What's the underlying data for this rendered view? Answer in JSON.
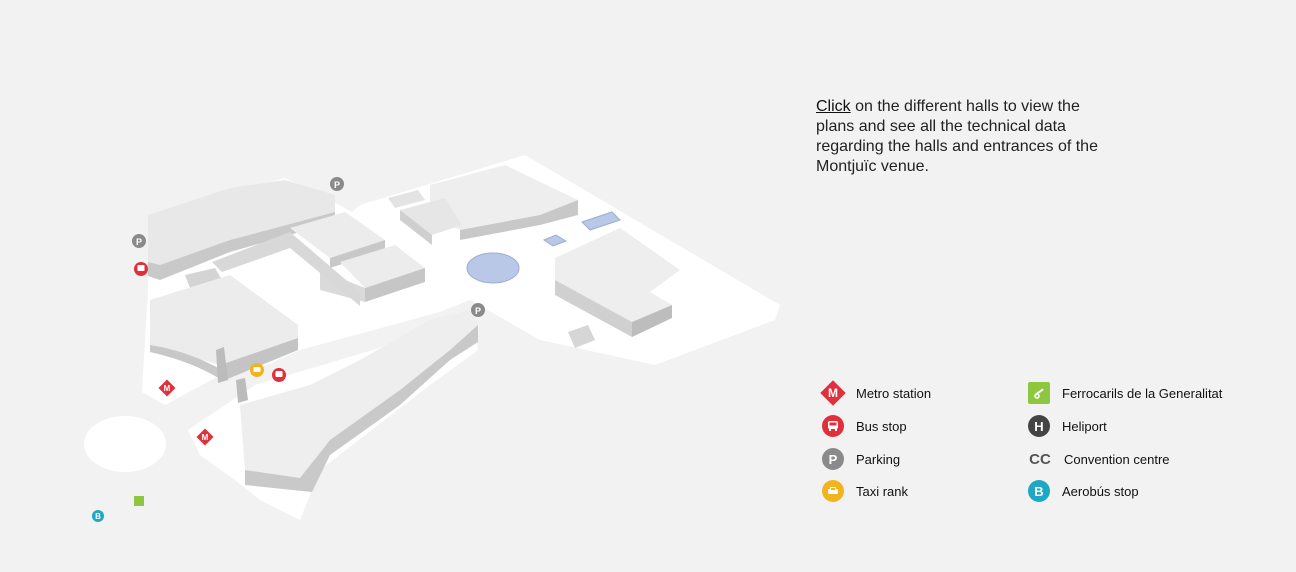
{
  "intro": {
    "link_label": "Click",
    "text": " on the different halls to view the plans and see all the technical data regarding the halls and entrances of the Montjuïc venue."
  },
  "legend": {
    "items": [
      {
        "icon": "metro-icon",
        "symbol": "M",
        "label": "Metro station"
      },
      {
        "icon": "bus-icon",
        "symbol": "",
        "label": "Bus stop"
      },
      {
        "icon": "parking-icon",
        "symbol": "P",
        "label": "Parking"
      },
      {
        "icon": "taxi-icon",
        "symbol": "",
        "label": "Taxi rank"
      },
      {
        "icon": "fgc-icon",
        "symbol": "",
        "label": "Ferrocarils de la Generalitat"
      },
      {
        "icon": "heliport-icon",
        "symbol": "H",
        "label": "Heliport"
      },
      {
        "icon": "convention-icon",
        "symbol": "CC",
        "label": "Convention centre"
      },
      {
        "icon": "aerobus-icon",
        "symbol": "B",
        "label": "Aerobús stop"
      }
    ]
  },
  "map": {
    "markers": {
      "parking": "P",
      "metro": "M",
      "aerobus": "B"
    }
  },
  "colors": {
    "metro": "#e0303c",
    "bus": "#e0303c",
    "parking": "#8a8a8a",
    "taxi": "#f2b41e",
    "fgc": "#8dc63f",
    "heliport": "#444444",
    "aerobus": "#1fa8c4"
  }
}
